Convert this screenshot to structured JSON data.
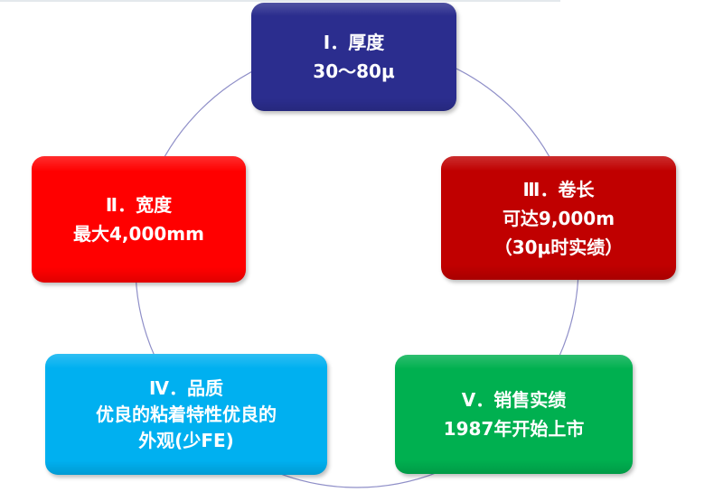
{
  "colors": {
    "box1": "#2b2d8e",
    "box2": "#ff0000",
    "box3": "#c00000",
    "box4": "#00b0f0",
    "box5": "#00b050",
    "ring": "#8f8fc8"
  },
  "boxes": [
    {
      "title": "Ⅰ．厚度",
      "lines": [
        "30～80μ"
      ]
    },
    {
      "title": "Ⅱ．宽度",
      "lines": [
        "最大4,000mm"
      ]
    },
    {
      "title": "Ⅲ．卷长",
      "lines": [
        "可达9,000m",
        "（30μ时实绩）"
      ]
    },
    {
      "title": "Ⅳ．品质",
      "lines": [
        "优良的粘着特性优良的",
        "外观(少FE)"
      ]
    },
    {
      "title": "Ⅴ．销售实绩",
      "lines": [
        "1987年开始上市"
      ]
    }
  ]
}
